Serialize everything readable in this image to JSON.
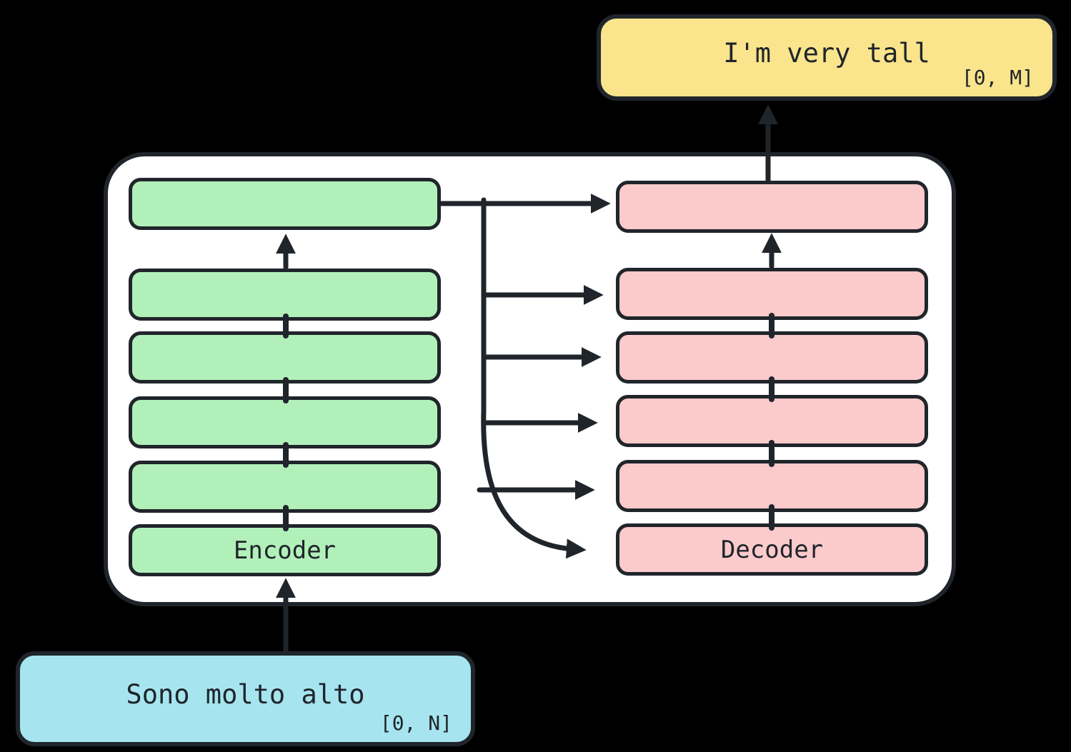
{
  "diagram": {
    "output_box": {
      "text": "I'm very tall",
      "range": "[0, M]"
    },
    "input_box": {
      "text": "Sono molto alto",
      "range": "[0, N]"
    },
    "encoder": {
      "label": "Encoder",
      "num_blocks": 6
    },
    "decoder": {
      "label": "Decoder",
      "num_blocks": 6
    },
    "colors": {
      "background": "#000000",
      "container_fill": "#ffffff",
      "encoder_fill": "#b2f0ba",
      "decoder_fill": "#fbcaca",
      "output_fill": "#fae48c",
      "input_fill": "#a6e5ef",
      "stroke": "#20252b"
    }
  }
}
